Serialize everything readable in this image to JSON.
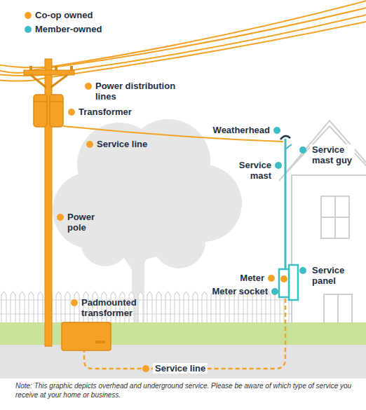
{
  "diagram": {
    "labels": [
      "Power distribution lines",
      "Transformer",
      "Service line",
      "Weatherhead",
      "Service mast guy",
      "Service mast",
      "Power pole",
      "Meter",
      "Service panel",
      "Meter socket",
      "Padmounted transformer",
      "Service line",
      "Note: This graphic depicts overhead and underground service. Please be aware of which type of service you receive at your home or business."
    ],
    "legend": [
      {
        "text": "Co-op owned",
        "color": "#f4a125"
      },
      {
        "text": "Member-owned",
        "color": "#3cbcc3"
      }
    ]
  }
}
